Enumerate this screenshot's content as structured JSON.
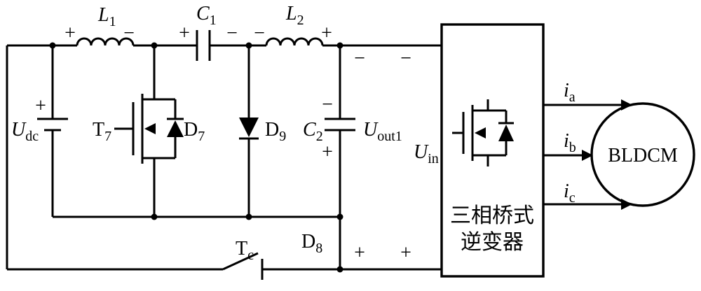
{
  "colors": {
    "line": "#000000",
    "background": "#ffffff"
  },
  "symbols": {
    "plus": "+",
    "minus": "−"
  },
  "labels": {
    "l1": {
      "base": "L",
      "sub": "1"
    },
    "c1": {
      "base": "C",
      "sub": "1"
    },
    "l2": {
      "base": "L",
      "sub": "2"
    },
    "udc": {
      "base": "U",
      "sub": "dc"
    },
    "t7": {
      "base": "T",
      "sub": "7"
    },
    "d7": {
      "base": "D",
      "sub": "7"
    },
    "d9": {
      "base": "D",
      "sub": "9"
    },
    "c2": {
      "base": "C",
      "sub": "2"
    },
    "uout1": {
      "base": "U",
      "sub": "out1"
    },
    "uin": {
      "base": "U",
      "sub": "in"
    },
    "tc": {
      "base": "T",
      "sub": "c"
    },
    "d8": {
      "base": "D",
      "sub": "8"
    },
    "ia": {
      "base": "i",
      "sub": "a"
    },
    "ib": {
      "base": "i",
      "sub": "b"
    },
    "ic": {
      "base": "i",
      "sub": "c"
    }
  },
  "inverter": {
    "line1": "三相桥式",
    "line2": "逆变器"
  },
  "motor": {
    "label": "BLDCM"
  }
}
